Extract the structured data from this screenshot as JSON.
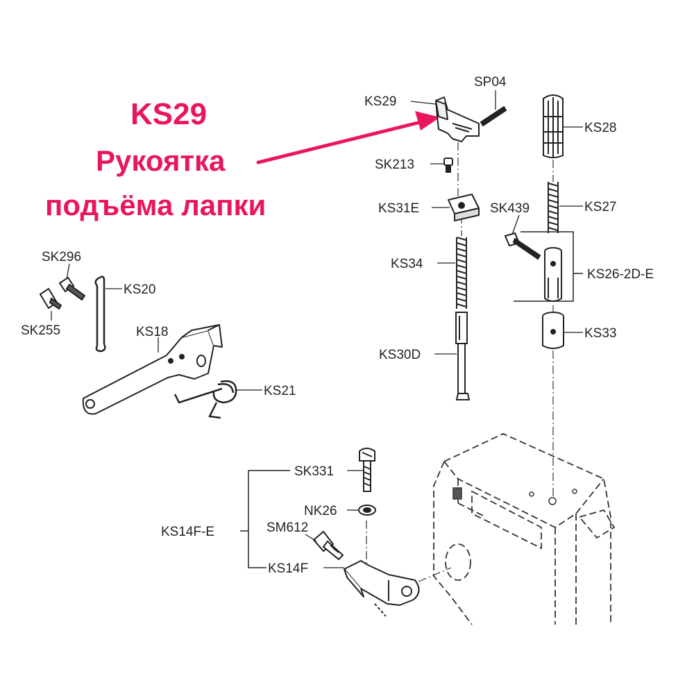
{
  "callout": {
    "code": "KS29",
    "name_line1": "Рукоятка",
    "name_line2": "подъёма лапки",
    "color": "#e8175d"
  },
  "parts": {
    "ks29": "KS29",
    "sp04": "SP04",
    "ks28": "KS28",
    "sk213": "SK213",
    "ks31e": "KS31E",
    "sk439": "SK439",
    "ks27": "KS27",
    "ks34": "KS34",
    "ks26_2d_e": "KS26-2D-E",
    "ks33": "KS33",
    "ks30d": "KS30D",
    "sk296": "SK296",
    "ks20": "KS20",
    "sk255": "SK255",
    "ks18": "KS18",
    "ks21": "KS21",
    "sk331": "SK331",
    "nk26": "NK26",
    "ks14f_e": "KS14F-E",
    "sm612": "SM612",
    "ks14f": "KS14F"
  }
}
